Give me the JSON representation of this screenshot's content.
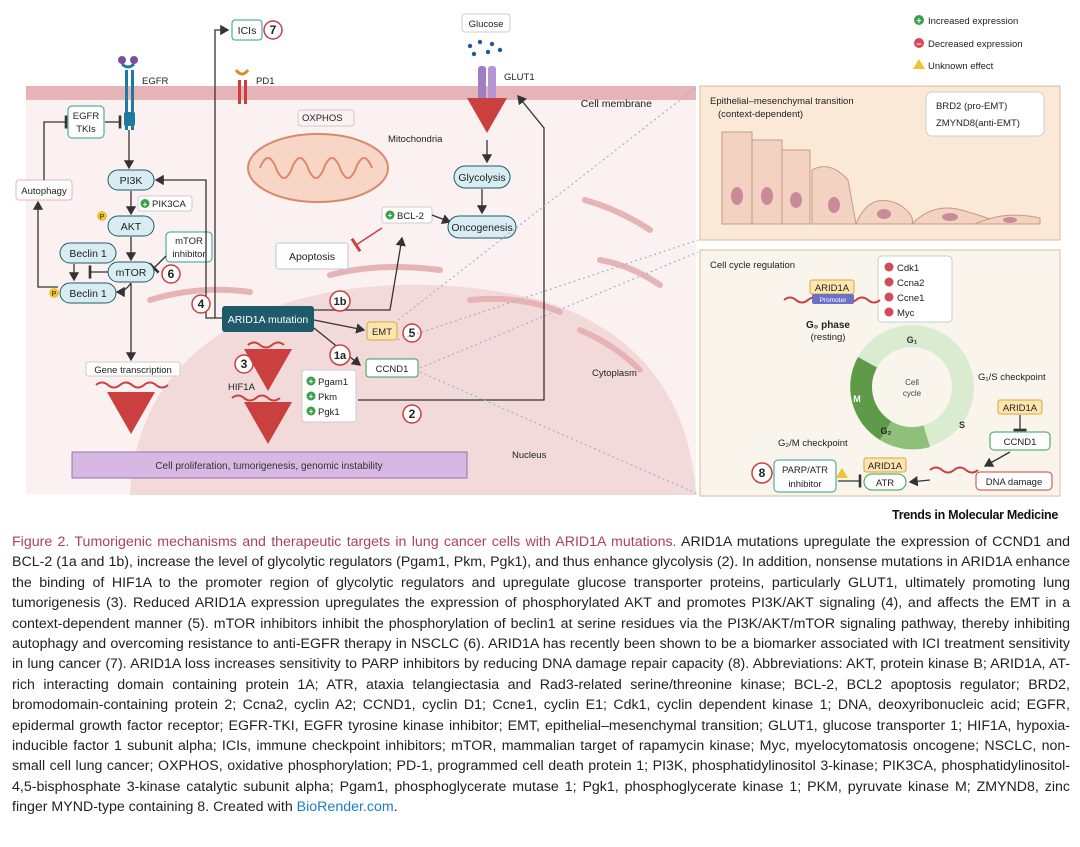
{
  "legend": {
    "increased": "Increased expression",
    "decreased": "Decreased expression",
    "unknown": "Unknown effect"
  },
  "labels": {
    "icis": "ICIs",
    "glucose": "Glucose",
    "glut1": "GLUT1",
    "egfr": "EGFR",
    "pd1": "PD1",
    "cell_membrane": "Cell membrane",
    "oxphos": "OXPHOS",
    "mitochondria": "Mitochondria",
    "glycolysis": "Glycolysis",
    "oncogenesis": "Oncogenesis",
    "bcl2": "BCL-2",
    "apoptosis": "Apoptosis",
    "egfr_tkis_1": "EGFR",
    "egfr_tkis_2": "TKIs",
    "autophagy": "Autophagy",
    "pi3k": "PI3K",
    "pik3ca": "PIK3CA",
    "akt": "AKT",
    "mtor_inhibitor_1": "mTOR",
    "mtor_inhibitor_2": "inhibitor",
    "beclin1_a": "Beclin 1",
    "beclin1_b": "Beclin 1",
    "mtor": "mTOR",
    "p": "P",
    "arid1a_mutation": "ARID1A mutation",
    "emt": "EMT",
    "ccnd1": "CCND1",
    "hif1a": "HIF1A",
    "pgam1": "Pgam1",
    "pkm": "Pkm",
    "pgk1": "Pgk1",
    "gene_transcription": "Gene transcription",
    "cytoplasm": "Cytoplasm",
    "nucleus": "Nucleus",
    "proliferation": "Cell proliferation, tumorigenesis, genomic instability",
    "emt_title_1": "Epithelial–mesenchymal transition",
    "emt_title_2": "(context-dependent)",
    "brd2": "BRD2 (pro-EMT)",
    "zmynd8": "ZMYND8(anti-EMT)",
    "cell_cycle_regulation": "Cell cycle regulation",
    "cdk1": "Cdk1",
    "ccna2": "Ccna2",
    "ccne1": "Ccne1",
    "myc": "Myc",
    "arid1a": "ARID1A",
    "promoter": "Promoter",
    "g0_phase": "G₀ phase",
    "resting": "(resting)",
    "g1": "G₁",
    "g1s": "G₁/S checkpoint",
    "cell_cycle_1": "Cell",
    "cell_cycle_2": "cycle",
    "m": "M",
    "s": "S",
    "g2": "G₂",
    "g2m": "G₂/M checkpoint",
    "arid1a_2": "ARID1A",
    "ccnd1_2": "CCND1",
    "parp_1": "PARP/ATR",
    "parp_2": "inhibitor",
    "arid1a_3": "ARID1A",
    "atr": "ATR",
    "dna_damage": "DNA damage"
  },
  "steps": [
    "7",
    "6",
    "4",
    "1b",
    "5",
    "3",
    "1a",
    "2",
    "8"
  ],
  "journal": "Trends in Molecular Medicine",
  "caption": {
    "figure": "Figure 2. Tumorigenic mechanisms and therapeutic targets in lung cancer cells with ARID1A mutations.",
    "body": " ARID1A mutations upregulate the expression of CCND1 and BCL-2 (1a and 1b), increase the level of glycolytic regulators (Pgam1, Pkm, Pgk1), and thus enhance glycolysis (2). In addition, nonsense mutations in ARID1A enhance the binding of HIF1A to the promoter region of glycolytic regulators and upregulate glucose transporter proteins, particularly GLUT1, ultimately promoting lung tumorigenesis (3). Reduced ARID1A expression upregulates the expression of phosphorylated AKT and promotes PI3K/AKT signaling (4), and affects the EMT in a context-dependent manner (5). mTOR inhibitors inhibit the phosphorylation of beclin1 at serine residues via the PI3K/AKT/mTOR signaling pathway, thereby inhibiting autophagy and overcoming resistance to anti-EGFR therapy in NSCLC (6). ARID1A has recently been shown to be a biomarker associated with ICI treatment sensitivity in lung cancer (7). ARID1A loss increases sensitivity to PARP inhibitors by reducing DNA damage repair capacity (8). Abbreviations: AKT, protein kinase B; ARID1A, AT-rich interacting domain containing protein 1A; ATR, ataxia telangiectasia and Rad3-related serine/threonine kinase; BCL-2, BCL2 apoptosis regulator; BRD2, bromodomain-containing protein 2; Ccna2, cyclin A2; CCND1, cyclin D1; Ccne1, cyclin E1; Cdk1, cyclin dependent kinase 1; DNA, deoxyribonucleic acid; EGFR, epidermal growth factor receptor; EGFR-TKI, EGFR tyrosine kinase inhibitor; EMT, epithelial–mesenchymal transition; GLUT1, glucose transporter 1; HIF1A, hypoxia-inducible factor 1 subunit alpha; ICIs, immune checkpoint inhibitors; mTOR, mammalian target of rapamycin kinase; Myc, myelocytomatosis oncogene; NSCLC, non-small cell lung cancer; OXPHOS, oxidative phosphorylation; PD-1, programmed cell death protein 1; PI3K, phosphatidylinositol 3-kinase; PIK3CA, phosphatidylinositol-4,5-bisphosphate 3-kinase catalytic subunit alpha; Pgam1, phosphoglycerate mutase 1; Pgk1, phosphoglycerate kinase 1; PKM, pyruvate kinase M; ZMYND8, zinc finger MYND-type containing 8. Created with ",
    "link": "BioRender.com",
    "end": "."
  },
  "colors": {
    "membrane": "#e6b4b7",
    "cell_fill": "#fbf1f0",
    "nucleus": "#f2dada",
    "accent": "#1f5a6b",
    "teal": "#2e9c93",
    "purple_bar": "#d7b8e2",
    "emt_panel": "#fbe9d8",
    "green_plus": "#3aa04a",
    "red_minus": "#d24a5b"
  }
}
